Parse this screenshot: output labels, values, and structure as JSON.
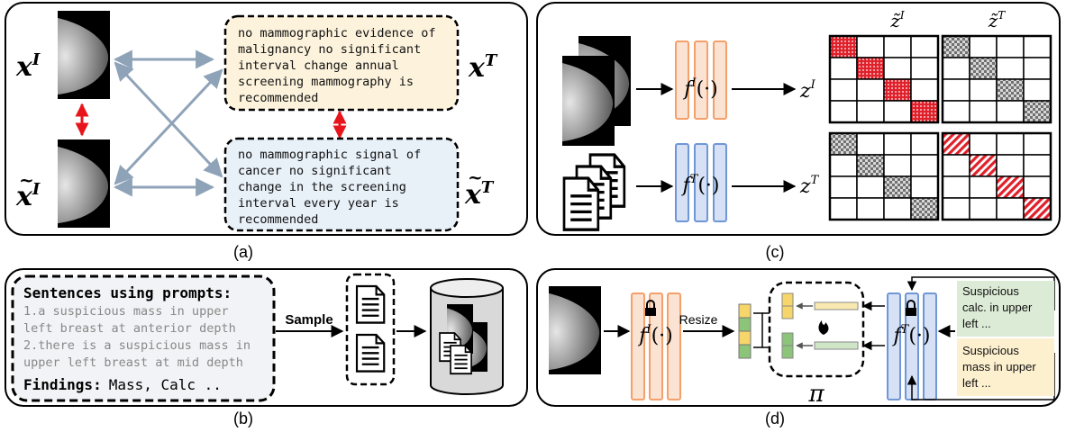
{
  "panel_a": {
    "label": "(a)",
    "img_label": "x",
    "img_sup": "I",
    "txt_label": "x",
    "txt_sup": "T",
    "text1_lines": [
      "no mammographic evidence of",
      "malignancy no significant",
      "interval change annual",
      "screening mammography is",
      "recommended"
    ],
    "text2_lines": [
      "no mammographic signal of",
      "cancer no significant",
      "change in the screening",
      "interval every year is",
      "recommended"
    ],
    "colors": {
      "text1_bg": "#fdf3dc",
      "text2_bg": "#e8f0f8",
      "arrow": "#8fa3b8",
      "red_arrow": "#e8141c"
    }
  },
  "panel_b": {
    "label": "(b)",
    "heading": "Sentences using prompts:",
    "items": [
      "1.a suspicious mass in upper",
      "left breast at anterior depth",
      "2.there is a suspicious mass in",
      "upper left breast at mid depth"
    ],
    "findings_label": "Findings:",
    "findings_value": "Mass, Calc ..",
    "sample_label": "Sample"
  },
  "panel_c": {
    "label": "(c)",
    "fI": "f",
    "fI_sup": "I",
    "fT": "f",
    "fT_sup": "T",
    "arg": "(·)",
    "zI": "z",
    "zI_sup": "I",
    "zT": "z",
    "zT_sup": "T",
    "ztI": "z̃",
    "ztI_sup": "I",
    "ztT": "z̃",
    "ztT_sup": "T",
    "colors": {
      "orange": "#f4a06a",
      "orange_fill": "#fbe3d3",
      "blue": "#6f96d6",
      "blue_fill": "#d6e1f5",
      "red": "#e0202a",
      "gray": "#666666"
    }
  },
  "panel_d": {
    "label": "(d)",
    "resize_label": "Resize",
    "pi_label": "π",
    "fI": "f",
    "fI_sup": "I",
    "fT": "f",
    "fT_sup": "T",
    "arg": "(·)",
    "text1_lines": [
      "Suspicious",
      "calc. in upper",
      "left ..."
    ],
    "text2_lines": [
      "Suspicious",
      "mass in upper",
      "left ..."
    ],
    "colors": {
      "text1_bg": "#dcebd6",
      "text2_bg": "#fdf0cf",
      "yellow": "#f6d66a",
      "green": "#8cc47a"
    }
  }
}
